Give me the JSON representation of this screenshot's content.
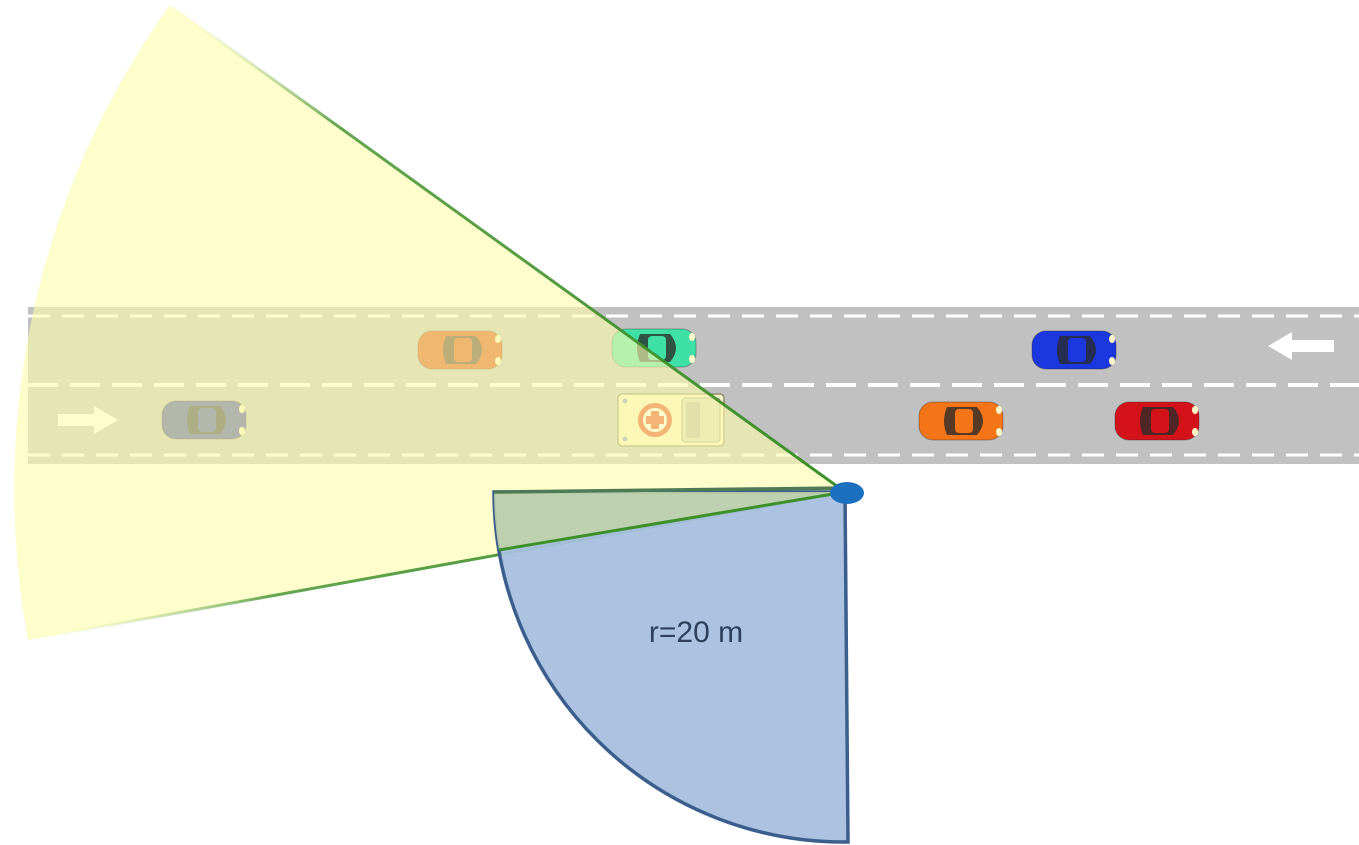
{
  "diagram": {
    "radius_label": "r=20 m"
  },
  "colors": {
    "road": "#c1c1c1",
    "lane_marking": "#ffffff",
    "direction_arrow": "#ffffff",
    "wide_sector_fill": "#fdfcad",
    "wide_sector_edge": "#3d8f2a",
    "narrow_sector_fill": "#a7c0de",
    "narrow_sector_edge": "#3b5e8c",
    "sensor_point": "#1a6fbf"
  },
  "vehicles": [
    {
      "name": "car-orange-dark",
      "lane": "top",
      "heading": "right",
      "color": "#d94810"
    },
    {
      "name": "car-teal",
      "lane": "top",
      "heading": "right",
      "color": "#3fe0a6"
    },
    {
      "name": "car-blue",
      "lane": "top",
      "heading": "right",
      "color": "#1a37e0"
    },
    {
      "name": "car-navy",
      "lane": "bottom",
      "heading": "right",
      "color": "#3a47a8"
    },
    {
      "name": "ambulance",
      "lane": "bottom",
      "heading": "right",
      "color": "#f6f0c8"
    },
    {
      "name": "car-orange",
      "lane": "bottom",
      "heading": "right",
      "color": "#f47418"
    },
    {
      "name": "car-red",
      "lane": "bottom",
      "heading": "right",
      "color": "#d4121a"
    }
  ],
  "icons": {
    "arrow_top_lane": "arrow-left-icon",
    "arrow_bottom_lane": "arrow-right-icon"
  }
}
